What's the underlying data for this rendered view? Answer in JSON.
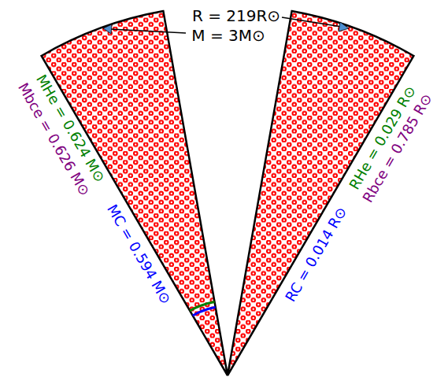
{
  "diagram": {
    "labels": [
      "R = 219R⊙",
      "M = 3M⊙",
      "MHe = 0.624 M⊙",
      "Mbce = 0.626 M⊙",
      "MC = 0.594 M⊙",
      "RC = 0.014 R⊙",
      "RHe = 0.029 R⊙",
      "Rbce = 0.785 R⊙"
    ]
  }
}
